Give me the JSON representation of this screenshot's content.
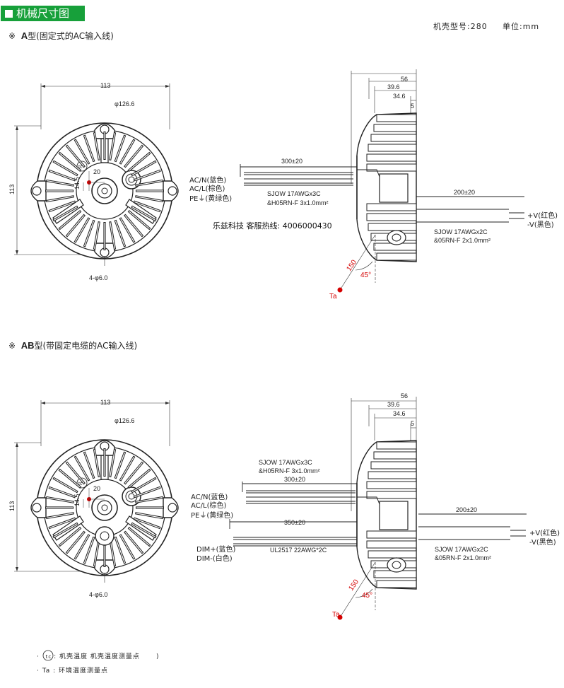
{
  "header": {
    "title": "机械尺寸图",
    "model_label": "机壳型号:280",
    "unit_label": "单位:mm"
  },
  "section_a": {
    "mark": "※",
    "code": "A",
    "title": "型(固定式的AC输入线)"
  },
  "section_ab": {
    "mark": "※",
    "code": "AB",
    "title": "型(带固定电缆的AC输入线)"
  },
  "front": {
    "width": "113",
    "diameter": "φ126.6",
    "height": "113",
    "tc_offset_h": "20",
    "tc_offset_v": "14.5",
    "holes": "4-φ6.0",
    "tc_mark": "tc"
  },
  "side": {
    "d1": "56",
    "d2": "39.6",
    "d3": "34.6",
    "d4": "5",
    "ta_len": "150",
    "ta_angle": "45°",
    "ta_mark": "Ta"
  },
  "cable_a": {
    "ac_len": "300±20",
    "ac_spec1": "SJOW 17AWGx3C",
    "ac_spec2": "&H05RN-F 3x1.0mm²",
    "acn": "AC/N(蓝色)",
    "acl": "AC/L(棕色)",
    "pe": "PE⏚(黄绿色)",
    "out_len": "200±20",
    "out_spec1": "SJOW 17AWGx2C",
    "out_spec2": "&05RN-F 2x1.0mm²",
    "vplus": "+V(红色)",
    "vminus": "-V(黑色)"
  },
  "hotline": "乐兹科技 客服热线:   4006000430",
  "cable_ab": {
    "ac_spec1": "SJOW 17AWGx3C",
    "ac_spec2": "&H05RN-F 3x1.0mm²",
    "ac_len": "300±20",
    "acn": "AC/N(蓝色)",
    "acl": "AC/L(棕色)",
    "pe": "PE⏚(黄绿色)",
    "dim_len": "350±20",
    "dim_spec": "UL2517 22AWG*2C",
    "dimp": "DIM+(蓝色)",
    "dimm": "DIM-(白色)",
    "out_len": "200±20",
    "out_spec1": "SJOW 17AWGx2C",
    "out_spec2": "&05RN-F 2x1.0mm²",
    "vplus": "+V(红色)",
    "vminus": "-V(黑色)"
  },
  "legend": {
    "line1_pre": "·",
    "line1_tc": "tc",
    "line1_text": ": 机壳温度 机壳温度测量点",
    "line1_tail": ")",
    "line2": "· Ta :  环境温度测量点"
  },
  "colors": {
    "title_bg": "#17a03a",
    "marker": "#d40000"
  }
}
